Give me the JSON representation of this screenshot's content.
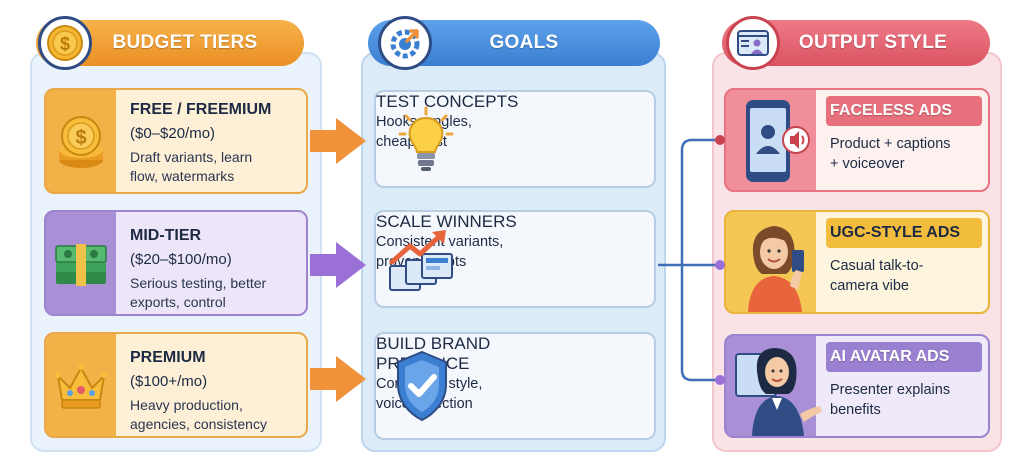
{
  "columns": {
    "budget": {
      "header": "BUDGET TIERS",
      "accent": "#ea8f25",
      "icon": "dollar-coin-icon"
    },
    "goals": {
      "header": "GOALS",
      "accent": "#3b7fd2",
      "icon": "gear-arrow-icon"
    },
    "output": {
      "header": "OUTPUT STYLE",
      "accent": "#dc5363",
      "icon": "browser-person-icon"
    }
  },
  "budget_tiers": [
    {
      "title": "FREE / FREEMIUM",
      "price": "($0–$20/mo)",
      "desc_lines": [
        "Draft variants, learn",
        "flow, watermarks"
      ],
      "icon": "coins-icon"
    },
    {
      "title": "MID-TIER",
      "price": "($20–$100/mo)",
      "desc_lines": [
        "Serious testing, better",
        "exports, control"
      ],
      "icon": "cash-stack-icon"
    },
    {
      "title": "PREMIUM",
      "price": "($100+/mo)",
      "desc_lines": [
        "Heavy production,",
        "agencies, consistency"
      ],
      "icon": "crown-icon"
    }
  ],
  "goals": [
    {
      "title_lines": [
        "TEST CONCEPTS"
      ],
      "desc_lines": [
        "Hooks, angles,",
        "cheap, fast"
      ],
      "icon": "lightbulb-icon"
    },
    {
      "title_lines": [
        "SCALE WINNERS"
      ],
      "desc_lines": [
        "Consistent variants,",
        "proven scripts"
      ],
      "icon": "growth-chart-icon"
    },
    {
      "title_lines": [
        "BUILD BRAND",
        "PRESENCE"
      ],
      "desc_lines": [
        "Consistent style,",
        "voice, direction"
      ],
      "icon": "shield-check-icon"
    }
  ],
  "output_styles": [
    {
      "title": "FACELESS ADS",
      "desc_lines": [
        "Product + captions",
        "+ voiceover"
      ],
      "icon": "phone-speaker-icon"
    },
    {
      "title": "UGC-STYLE ADS",
      "desc_lines": [
        "Casual talk-to-",
        "camera vibe"
      ],
      "icon": "woman-phone-icon"
    },
    {
      "title": "AI AVATAR ADS",
      "desc_lines": [
        "Presenter explains",
        "benefits"
      ],
      "icon": "presenter-avatar-icon"
    }
  ],
  "colors": {
    "arrow_orange": "#f0923a",
    "arrow_purple": "#9a6fd6",
    "connector_blue": "#3f6fb6"
  }
}
